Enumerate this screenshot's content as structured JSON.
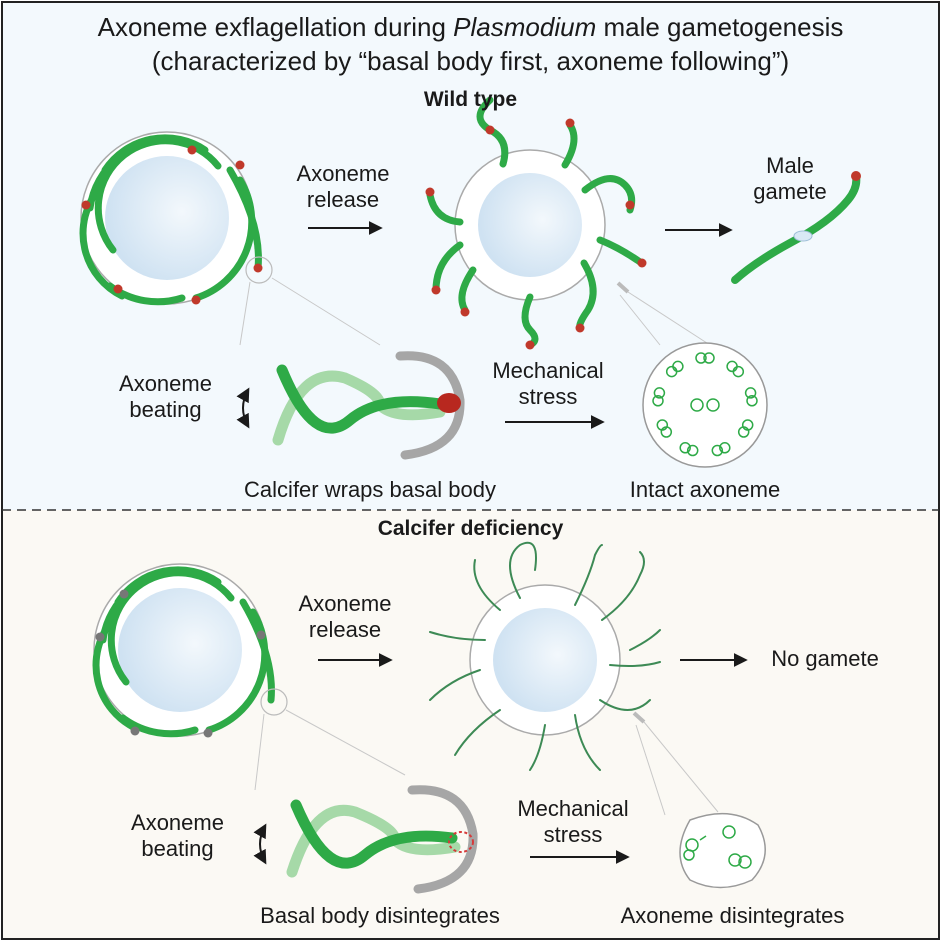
{
  "title": {
    "line1_before": "Axoneme exflagellation during ",
    "line1_italic": "Plasmodium",
    "line1_after": " male gametogenesis",
    "line2": "(characterized by “basal body first, axoneme following”)"
  },
  "wild_type": {
    "heading": "Wild type",
    "release_line1": "Axoneme",
    "release_line2": "release",
    "gamete_line1": "Male",
    "gamete_line2": "gamete",
    "beating_line1": "Axoneme",
    "beating_line2": "beating",
    "stress_line1": "Mechanical",
    "stress_line2": "stress",
    "wrap_caption": "Calcifer wraps basal body",
    "axoneme_caption": "Intact axoneme"
  },
  "deficiency": {
    "heading": "Calcifer deficiency",
    "release_line1": "Axoneme",
    "release_line2": "release",
    "no_gamete": "No gamete",
    "beating_line1": "Axoneme",
    "beating_line2": "beating",
    "stress_line1": "Mechanical",
    "stress_line2": "stress",
    "basal_caption": "Basal body disintegrates",
    "axoneme_caption": "Axoneme disintegrates"
  },
  "colors": {
    "top_panel_bg": "#f3f9fd",
    "bottom_panel_bg": "#fbf9f4",
    "axoneme_green": "#2eaa47",
    "light_green": "#a6d9a8",
    "basal_body_red": "#c0392b",
    "defective_grey": "#777777",
    "nucleus_blue": "#d9e9f5"
  }
}
